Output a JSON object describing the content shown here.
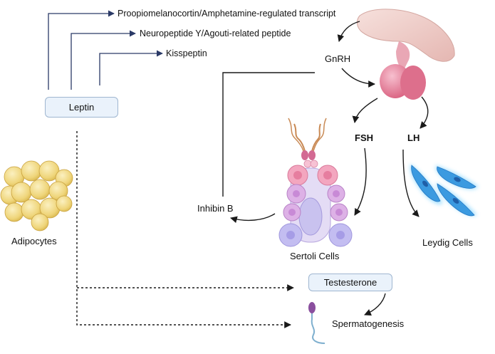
{
  "pathway_targets": [
    "Proopiomelanocortin/Amphetamine-regulated transcript",
    "Neuropeptide Y/Agouti-related peptide",
    "Kisspeptin"
  ],
  "hormones": {
    "leptin": "Leptin",
    "gnrh": "GnRH",
    "fsh": "FSH",
    "lh": "LH",
    "inhibin": "Inhibin B",
    "testosterone": "Testesterone",
    "spermatogenesis": "Spermatogenesis"
  },
  "cells": {
    "adipocytes": "Adipocytes",
    "sertoli": "Sertoli Cells",
    "leydig": "Leydig Cells"
  },
  "colors": {
    "leptin_arrow": "#2b3a67",
    "black_arrow": "#1a1a1a",
    "box_fill": "#eaf2fb",
    "box_border": "#9fb6d0",
    "adipocyte": "#f2dc8a",
    "pituitary": "#e98da5",
    "sertoli_top": "#f09bb4",
    "sertoli_mid": "#d9a6e0",
    "sertoli_low": "#bcb8ee",
    "leydig": "#4aa8e6"
  }
}
